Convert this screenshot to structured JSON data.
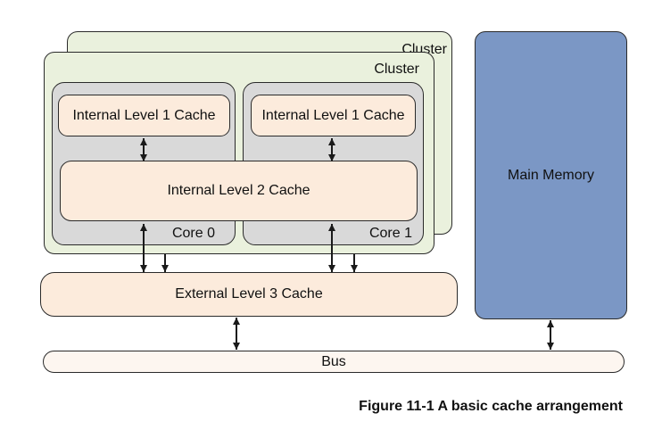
{
  "figure": {
    "caption": "Figure 11-1 A basic cache arrangement"
  },
  "diagram": {
    "clusters": {
      "back_label": "Cluster",
      "front_label": "Cluster"
    },
    "cores": [
      {
        "label": "Core 0"
      },
      {
        "label": "Core 1"
      }
    ],
    "caches": {
      "l1_core0": "Internal Level 1 Cache",
      "l1_core1": "Internal Level 1 Cache",
      "l2": "Internal Level 2 Cache",
      "l3": "External Level 3 Cache"
    },
    "memory": {
      "label": "Main Memory"
    },
    "bus": {
      "label": "Bus"
    },
    "arrows": [
      "l1-l2-core0",
      "l1-l2-core1",
      "l2-l3-core0",
      "l2-l3-core1",
      "back-cluster-l3-left",
      "back-cluster-l3-right",
      "l3-bus",
      "memory-bus"
    ]
  },
  "colors": {
    "background": "#ffffff",
    "cluster_fill": "#eaf1dd",
    "core_fill": "#d9d9d9",
    "cache_fill": "#fcebdc",
    "bus_fill": "#fdf6f0",
    "memory_fill": "#7b97c5",
    "border": "#2a2a2a",
    "line": "#1a1a1a",
    "text": "#111111"
  }
}
